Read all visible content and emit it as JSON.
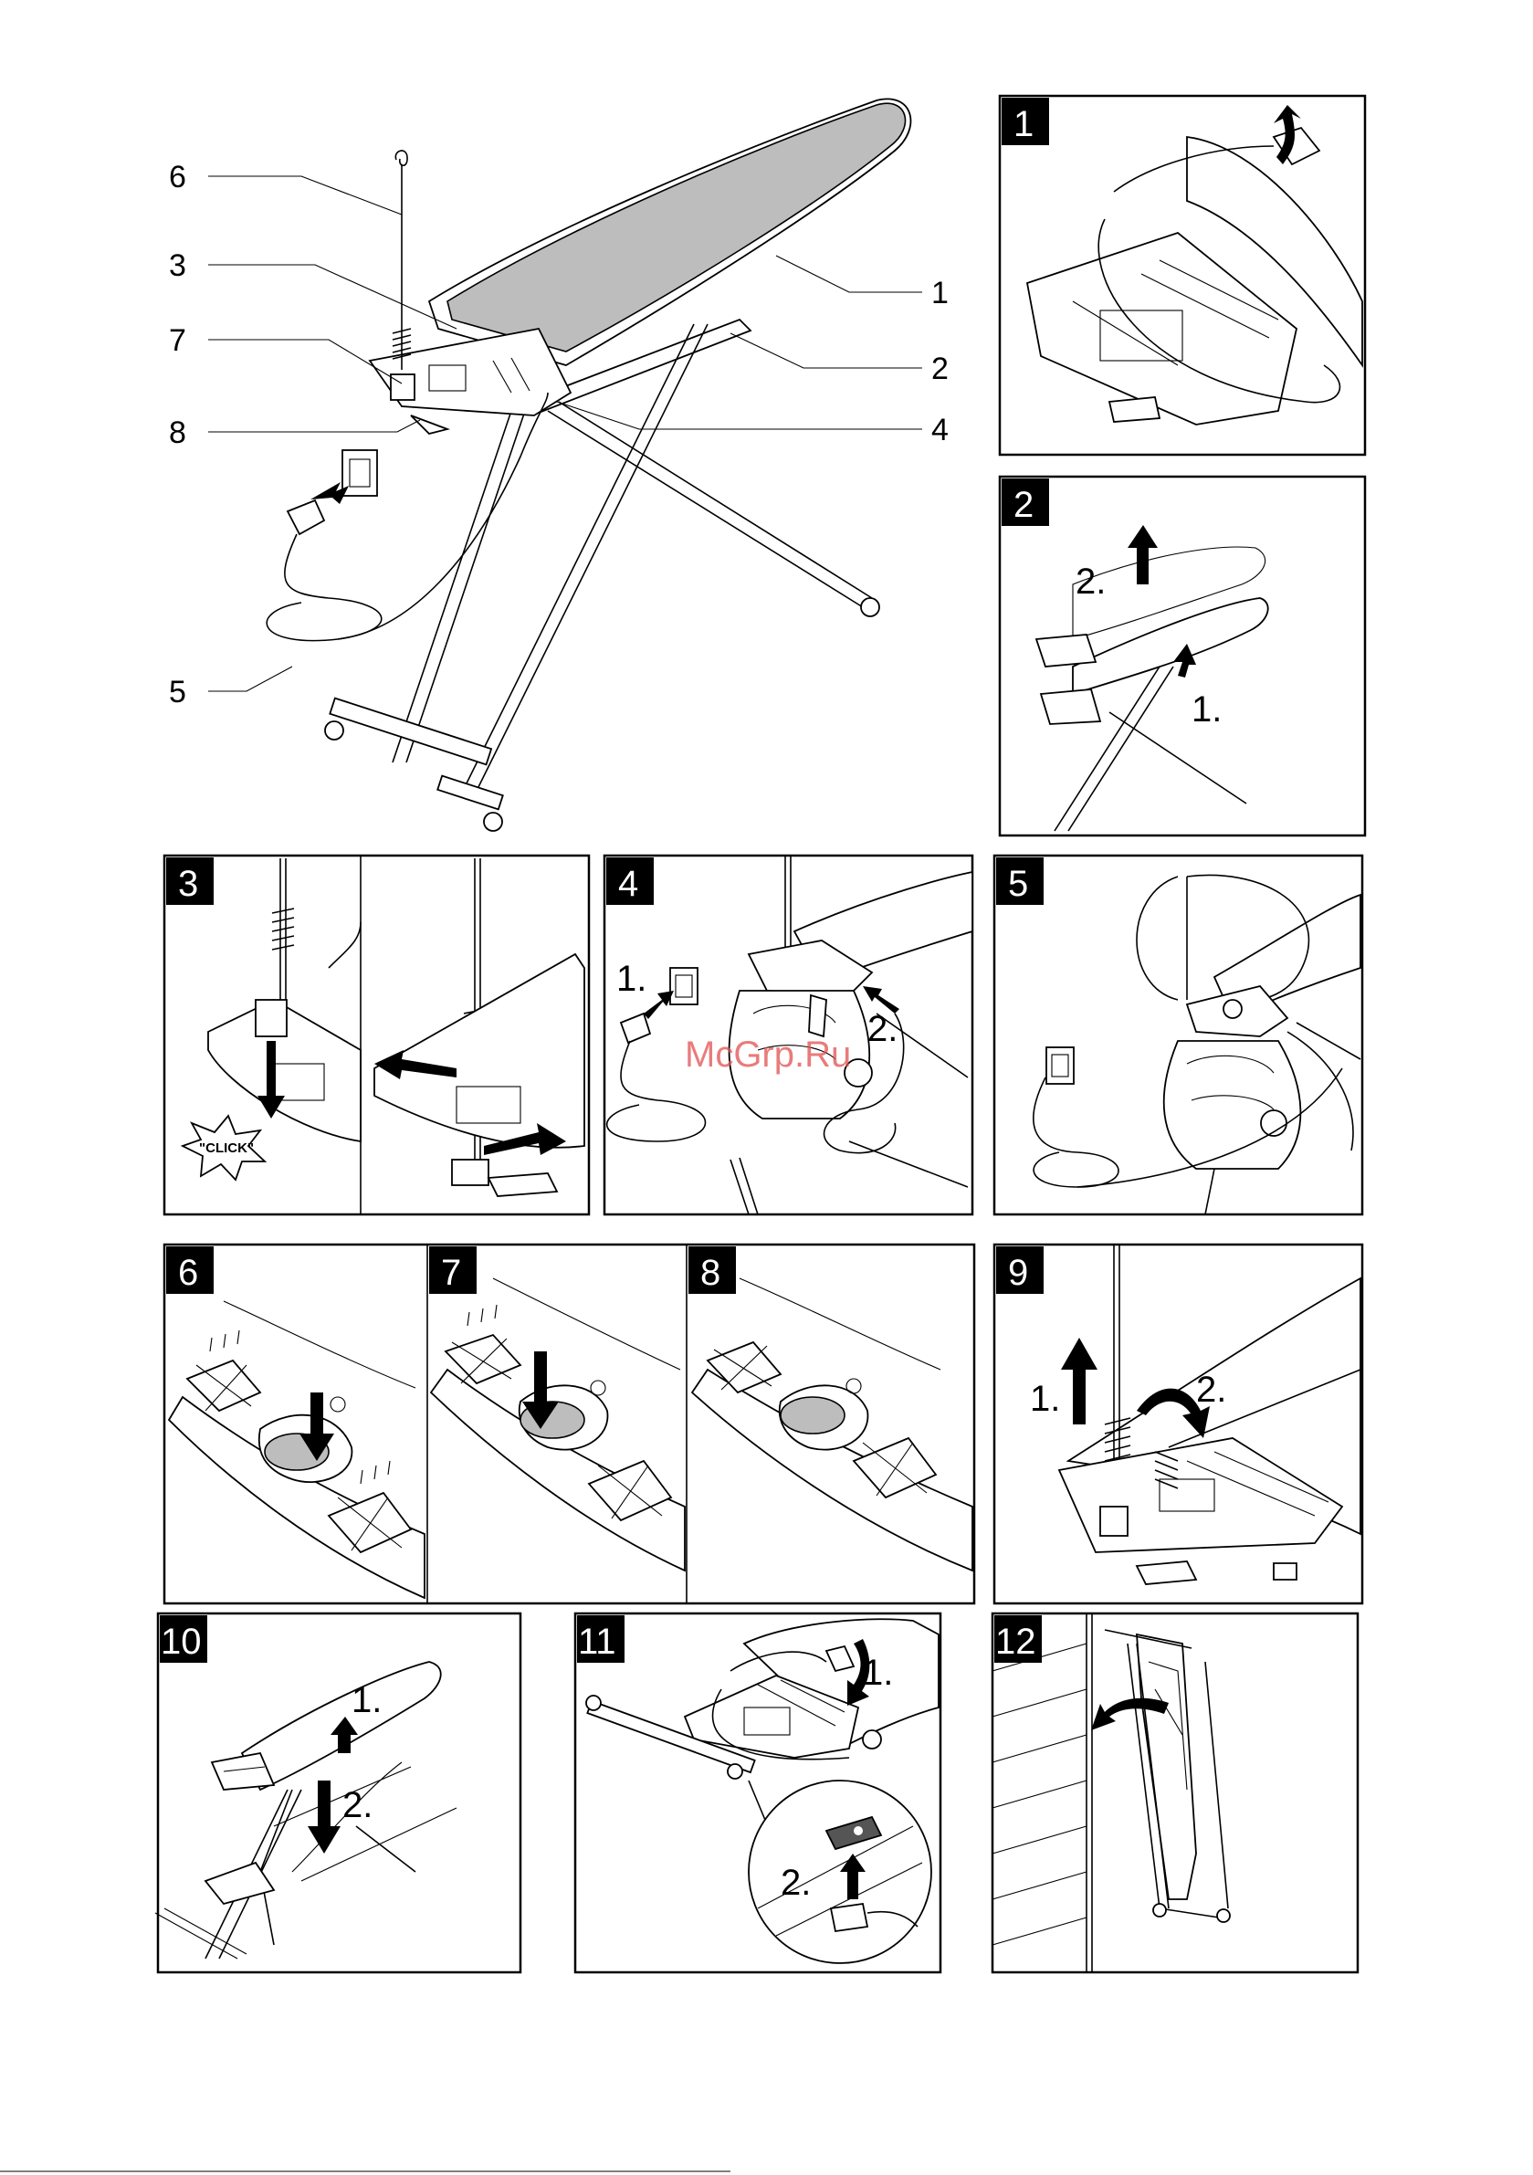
{
  "overview": {
    "callouts": [
      "6",
      "3",
      "7",
      "8",
      "5",
      "1",
      "2",
      "4"
    ]
  },
  "panels": {
    "p1": {
      "number": "1"
    },
    "p2": {
      "number": "2",
      "steps": [
        "2.",
        "1."
      ]
    },
    "p3": {
      "number": "3",
      "click": "\"CLICK\""
    },
    "p4": {
      "number": "4",
      "steps": [
        "1.",
        "2."
      ]
    },
    "p5": {
      "number": "5"
    },
    "p6": {
      "number": "6"
    },
    "p7": {
      "number": "7"
    },
    "p8": {
      "number": "8"
    },
    "p9": {
      "number": "9",
      "steps": [
        "1.",
        "2."
      ]
    },
    "p10": {
      "number": "10",
      "steps": [
        "1.",
        "2."
      ]
    },
    "p11": {
      "number": "11",
      "steps": [
        "1.",
        "2."
      ]
    },
    "p12": {
      "number": "12"
    }
  },
  "watermark": "McGrp.Ru",
  "colors": {
    "board_cover": "#bdbdbd",
    "badge": "#000000",
    "watermark": "#e0504f"
  }
}
